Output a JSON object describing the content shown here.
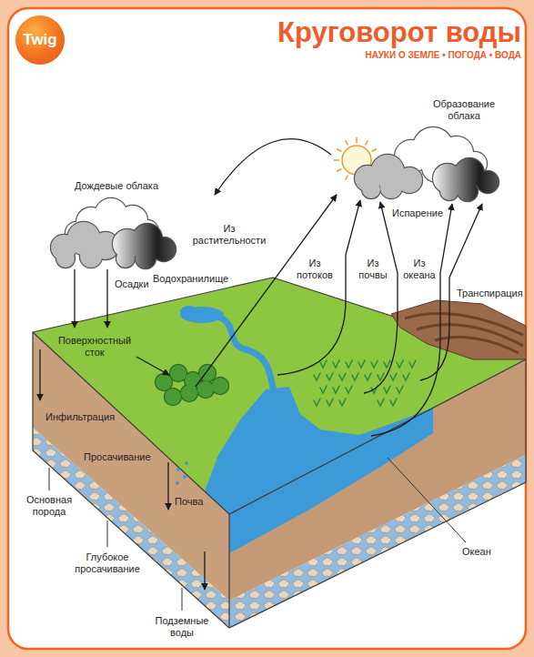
{
  "diagram": {
    "title": "Круговорот воды",
    "nodes": [
      {
        "text": [
          "Twig"
        ]
      }
    ],
    "labels": [
      "НАУКИ О ЗЕМЛЕ • ПОГОДА • ВОДА",
      "Образование облака",
      "Дождевые облака",
      "Из растительности",
      "Испарение",
      "Из потоков",
      "Из почвы",
      "Из океана",
      "Транспирация",
      "Водохранилище",
      "Осадки",
      "Поверхностный сток",
      "Инфильтрация",
      "Просачивание",
      "Основная порода",
      "Почва",
      "Глубокое просачивание",
      "Подземные воды",
      "Океан"
    ]
  }
}
